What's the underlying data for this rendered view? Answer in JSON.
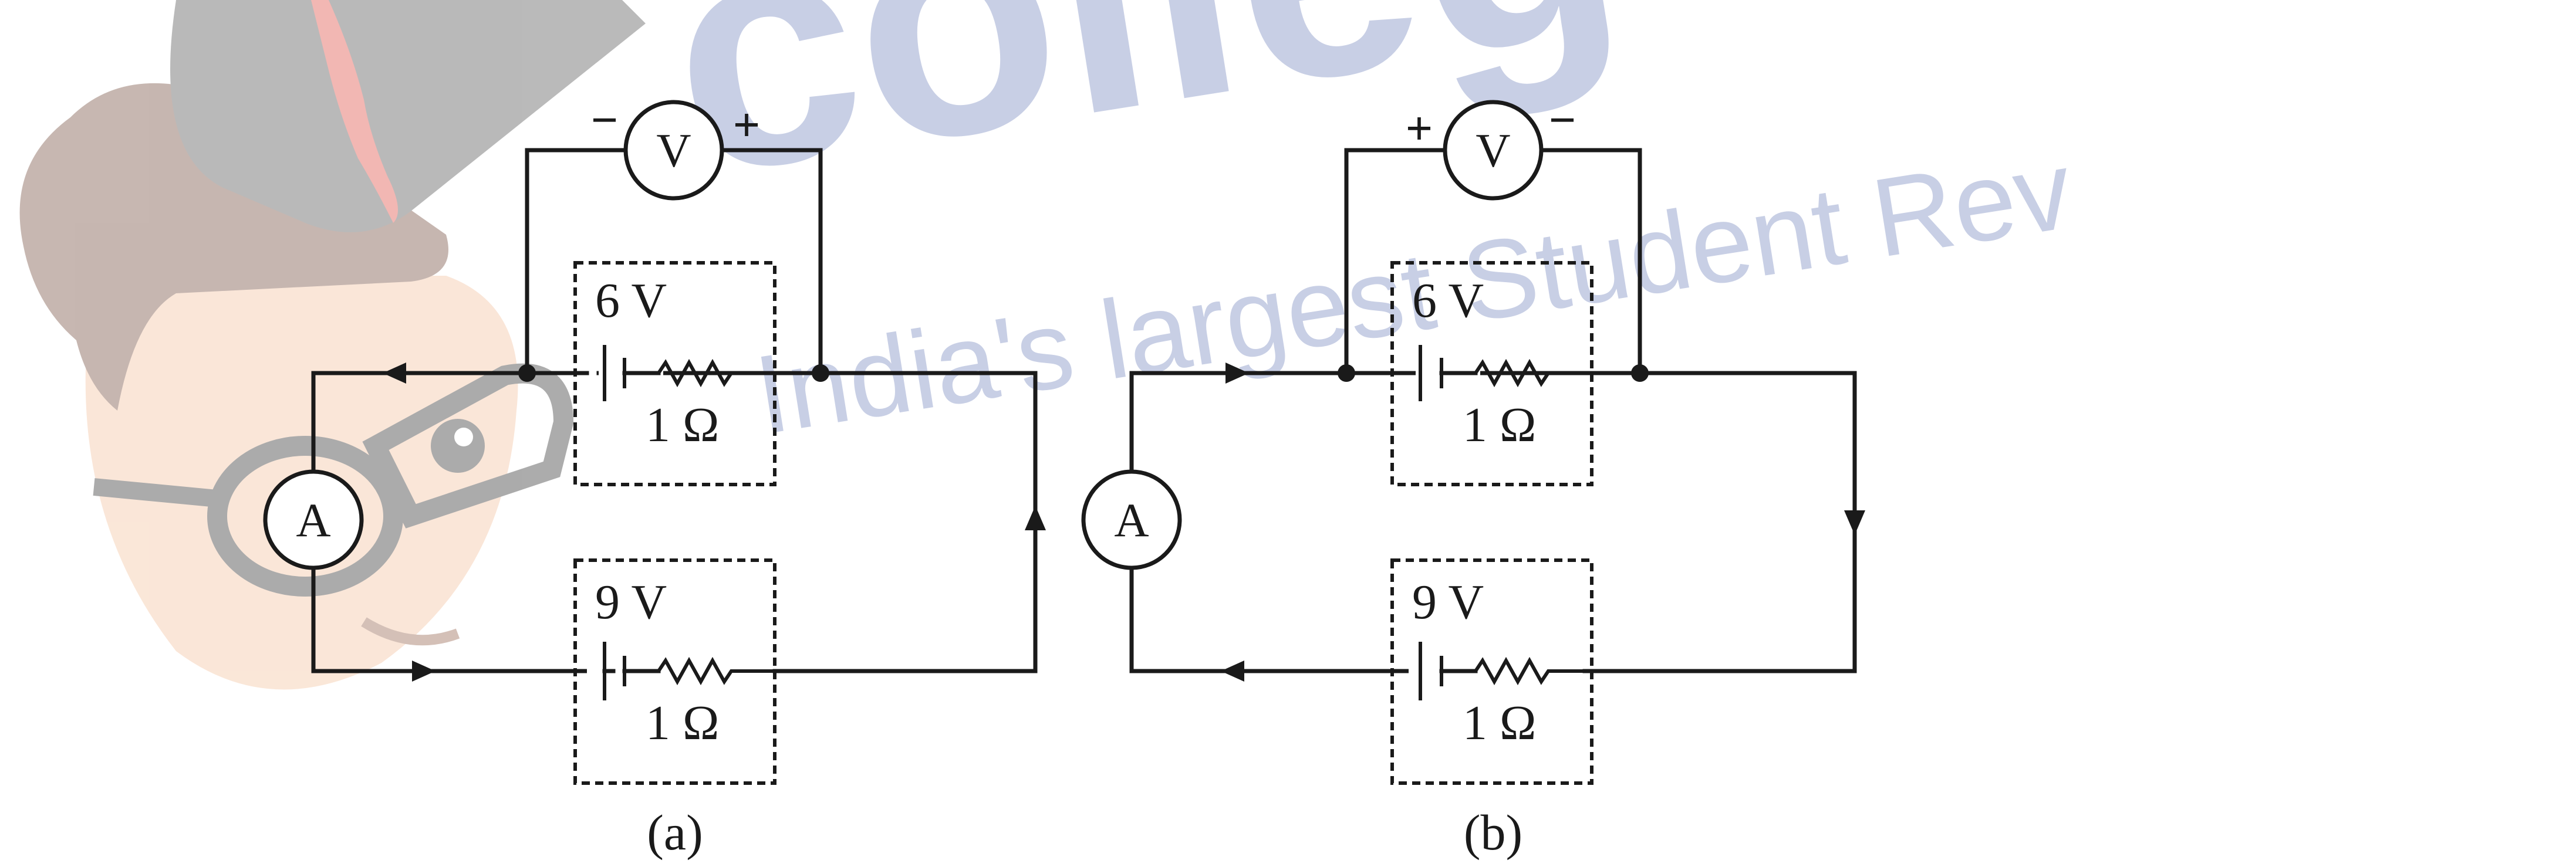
{
  "watermark": {
    "brand": "colleg",
    "tagline": "India's largest Student Rev",
    "color": "#8494c6",
    "mascot": "graduate-cartoon-mascot"
  },
  "circuit_a": {
    "caption": "(a)",
    "voltmeter": {
      "label": "V",
      "left_sign": "−",
      "right_sign": "+"
    },
    "ammeter": {
      "label": "A"
    },
    "cell_top": {
      "emf": "6 V",
      "resistance": "1 Ω"
    },
    "cell_bottom": {
      "emf": "9 V",
      "resistance": "1 Ω"
    }
  },
  "circuit_b": {
    "caption": "(b)",
    "voltmeter": {
      "label": "V",
      "left_sign": "+",
      "right_sign": "−"
    },
    "ammeter": {
      "label": "A"
    },
    "cell_top": {
      "emf": "6 V",
      "resistance": "1 Ω"
    },
    "cell_bottom": {
      "emf": "9 V",
      "resistance": "1 Ω"
    }
  }
}
